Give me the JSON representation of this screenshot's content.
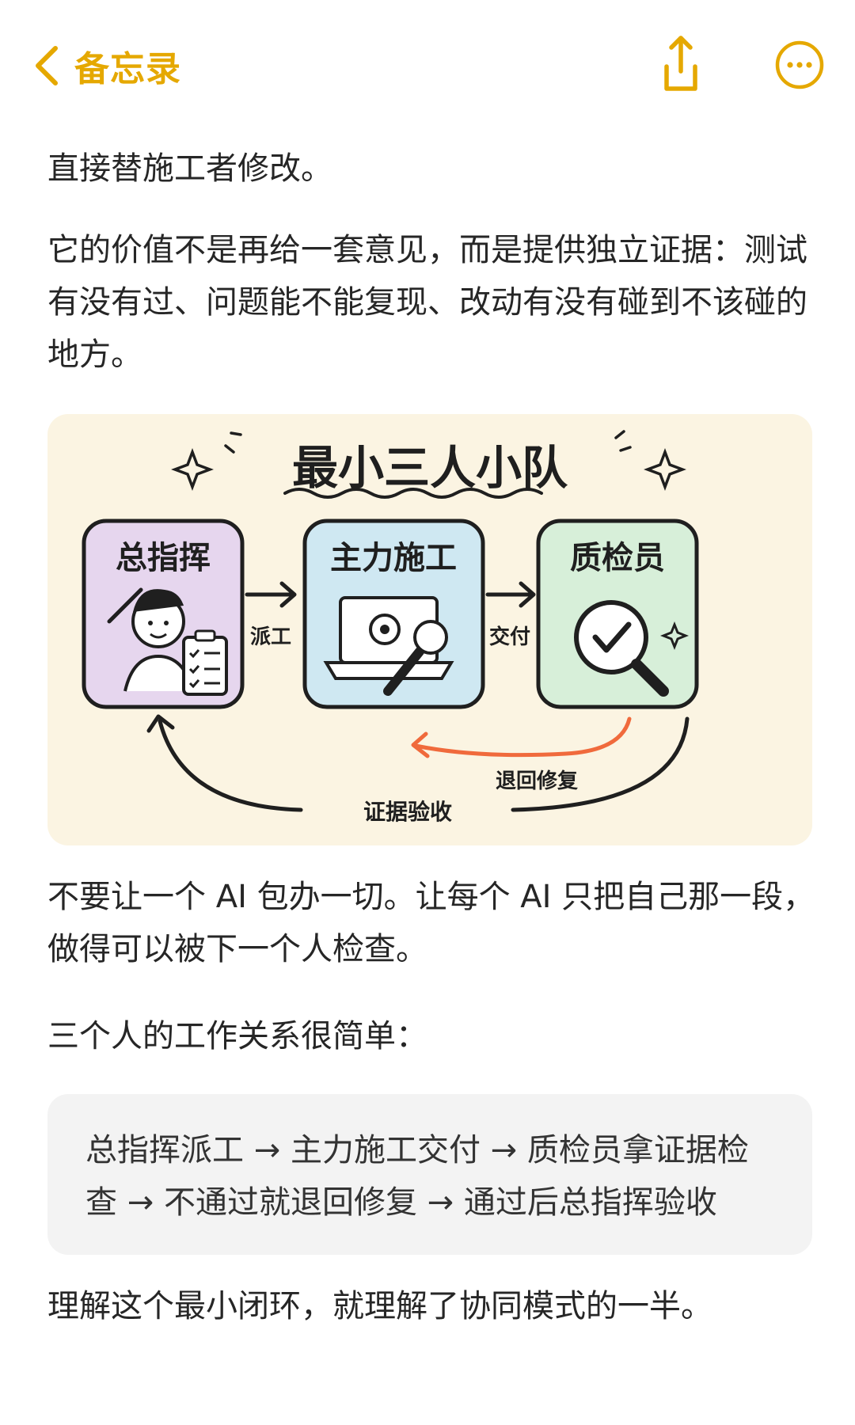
{
  "header": {
    "back_label": "备忘录",
    "accent_color": "#E5A800",
    "icons": [
      "chevron-left-icon",
      "share-icon",
      "more-icon"
    ]
  },
  "paragraphs": {
    "p1": "直接替施工者修改。",
    "p2": "它的价值不是再给一套意见，而是提供独立证据：测试有没有过、问题能不能复现、改动有没有碰到不该碰的地方。",
    "p3": "不要让一个 AI 包办一切。让每个 AI 只把自己那一段，做得可以被下一个人检查。",
    "p4": "三个人的工作关系很简单：",
    "p5": "理解这个最小闭环，就理解了协同模式的一半。"
  },
  "diagram": {
    "title": "最小三人小队",
    "roles": {
      "commander": {
        "label": "总指挥",
        "color": "#E6D6EE"
      },
      "builder": {
        "label": "主力施工",
        "color": "#CFE8F2"
      },
      "inspector": {
        "label": "质检员",
        "color": "#D7EFD9"
      }
    },
    "edges": {
      "dispatch": "派工",
      "deliver": "交付",
      "return_fix": "退回修复",
      "accept": "证据验收"
    },
    "return_color": "#F06A3C"
  },
  "flow": {
    "text": "总指挥派工 → 主力施工交付 → 质检员拿证据检查 → 不通过就退回修复 → 通过后总指挥验收"
  }
}
